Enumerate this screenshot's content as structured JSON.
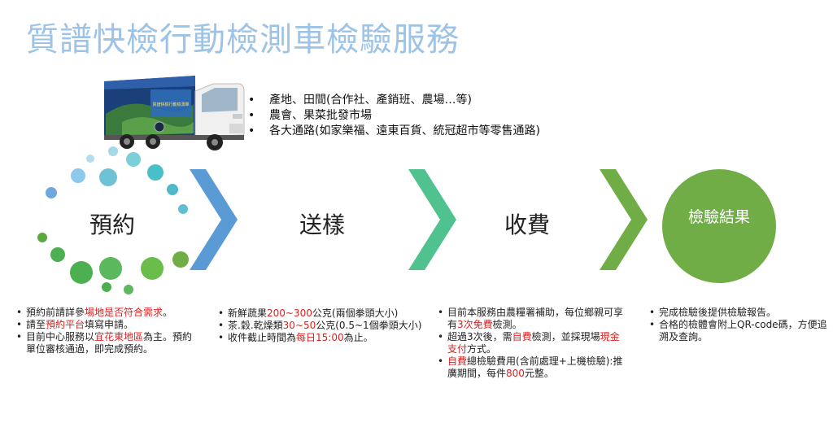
{
  "title": "質譜快檢行動檢測車檢驗服務",
  "locations": [
    "產地、田間(合作社、產銷班、農場…等)",
    "農會、果菜批發市場",
    "各大通路(如家樂福、遠東百貨、統冠超市等零售通路)"
  ],
  "steps": {
    "reserve": "預約",
    "send": "送樣",
    "fee": "收費",
    "result": "檢驗結果"
  },
  "details": {
    "reserve": [
      [
        {
          "t": "預約前請詳參"
        },
        {
          "t": "場地是否符合需求",
          "hl": true
        },
        {
          "t": "。"
        }
      ],
      [
        {
          "t": "請至"
        },
        {
          "t": "預約平台",
          "hl": true
        },
        {
          "t": "填寫申請。"
        }
      ],
      [
        {
          "t": "目前中心服務以"
        },
        {
          "t": "宜花東地區",
          "hl": true
        },
        {
          "t": "為主。預約單位審核通過，即完成預約。"
        }
      ]
    ],
    "send": [
      [
        {
          "t": "新鮮蔬果"
        },
        {
          "t": "200~300",
          "hl": true
        },
        {
          "t": "公克(兩個拳頭大小)"
        }
      ],
      [
        {
          "t": "茶.穀.乾燥類"
        },
        {
          "t": "30~50",
          "hl": true
        },
        {
          "t": "公克(0.5~1個拳頭大小)"
        }
      ],
      [
        {
          "t": "收件截止時間為"
        },
        {
          "t": "每日15:00",
          "hl": true
        },
        {
          "t": "為止。"
        }
      ]
    ],
    "fee": [
      [
        {
          "t": "目前本服務由農糧署補助，每位鄉親可享有"
        },
        {
          "t": "3次免費",
          "hl": true
        },
        {
          "t": "檢測。"
        }
      ],
      [
        {
          "t": "超過3次後，需"
        },
        {
          "t": "自費",
          "hl": true
        },
        {
          "t": "檢測，並採現場"
        },
        {
          "t": "現金支付",
          "hl": true
        },
        {
          "t": "方式。"
        }
      ],
      [
        {
          "t": "自費",
          "hl": true
        },
        {
          "t": "總檢驗費用(含前處理+上機檢驗):推廣期間，每件"
        },
        {
          "t": "800",
          "hl": true
        },
        {
          "t": "元整。"
        }
      ]
    ],
    "result": [
      [
        {
          "t": "完成檢驗後提供檢驗報告。"
        }
      ],
      [
        {
          "t": "合格的檢體會附上QR-code碼，方便追溯及查詢。"
        }
      ]
    ]
  },
  "truck": {
    "banner_title": "質譜快檢行動檢測車"
  },
  "colors": {
    "title": "#9dc3e6",
    "chevron1": "#5b9bd5",
    "chevron2": "#4fc28f",
    "chevron3": "#70ad47",
    "result_circle": "#70ad47",
    "highlight": "#e02020"
  }
}
